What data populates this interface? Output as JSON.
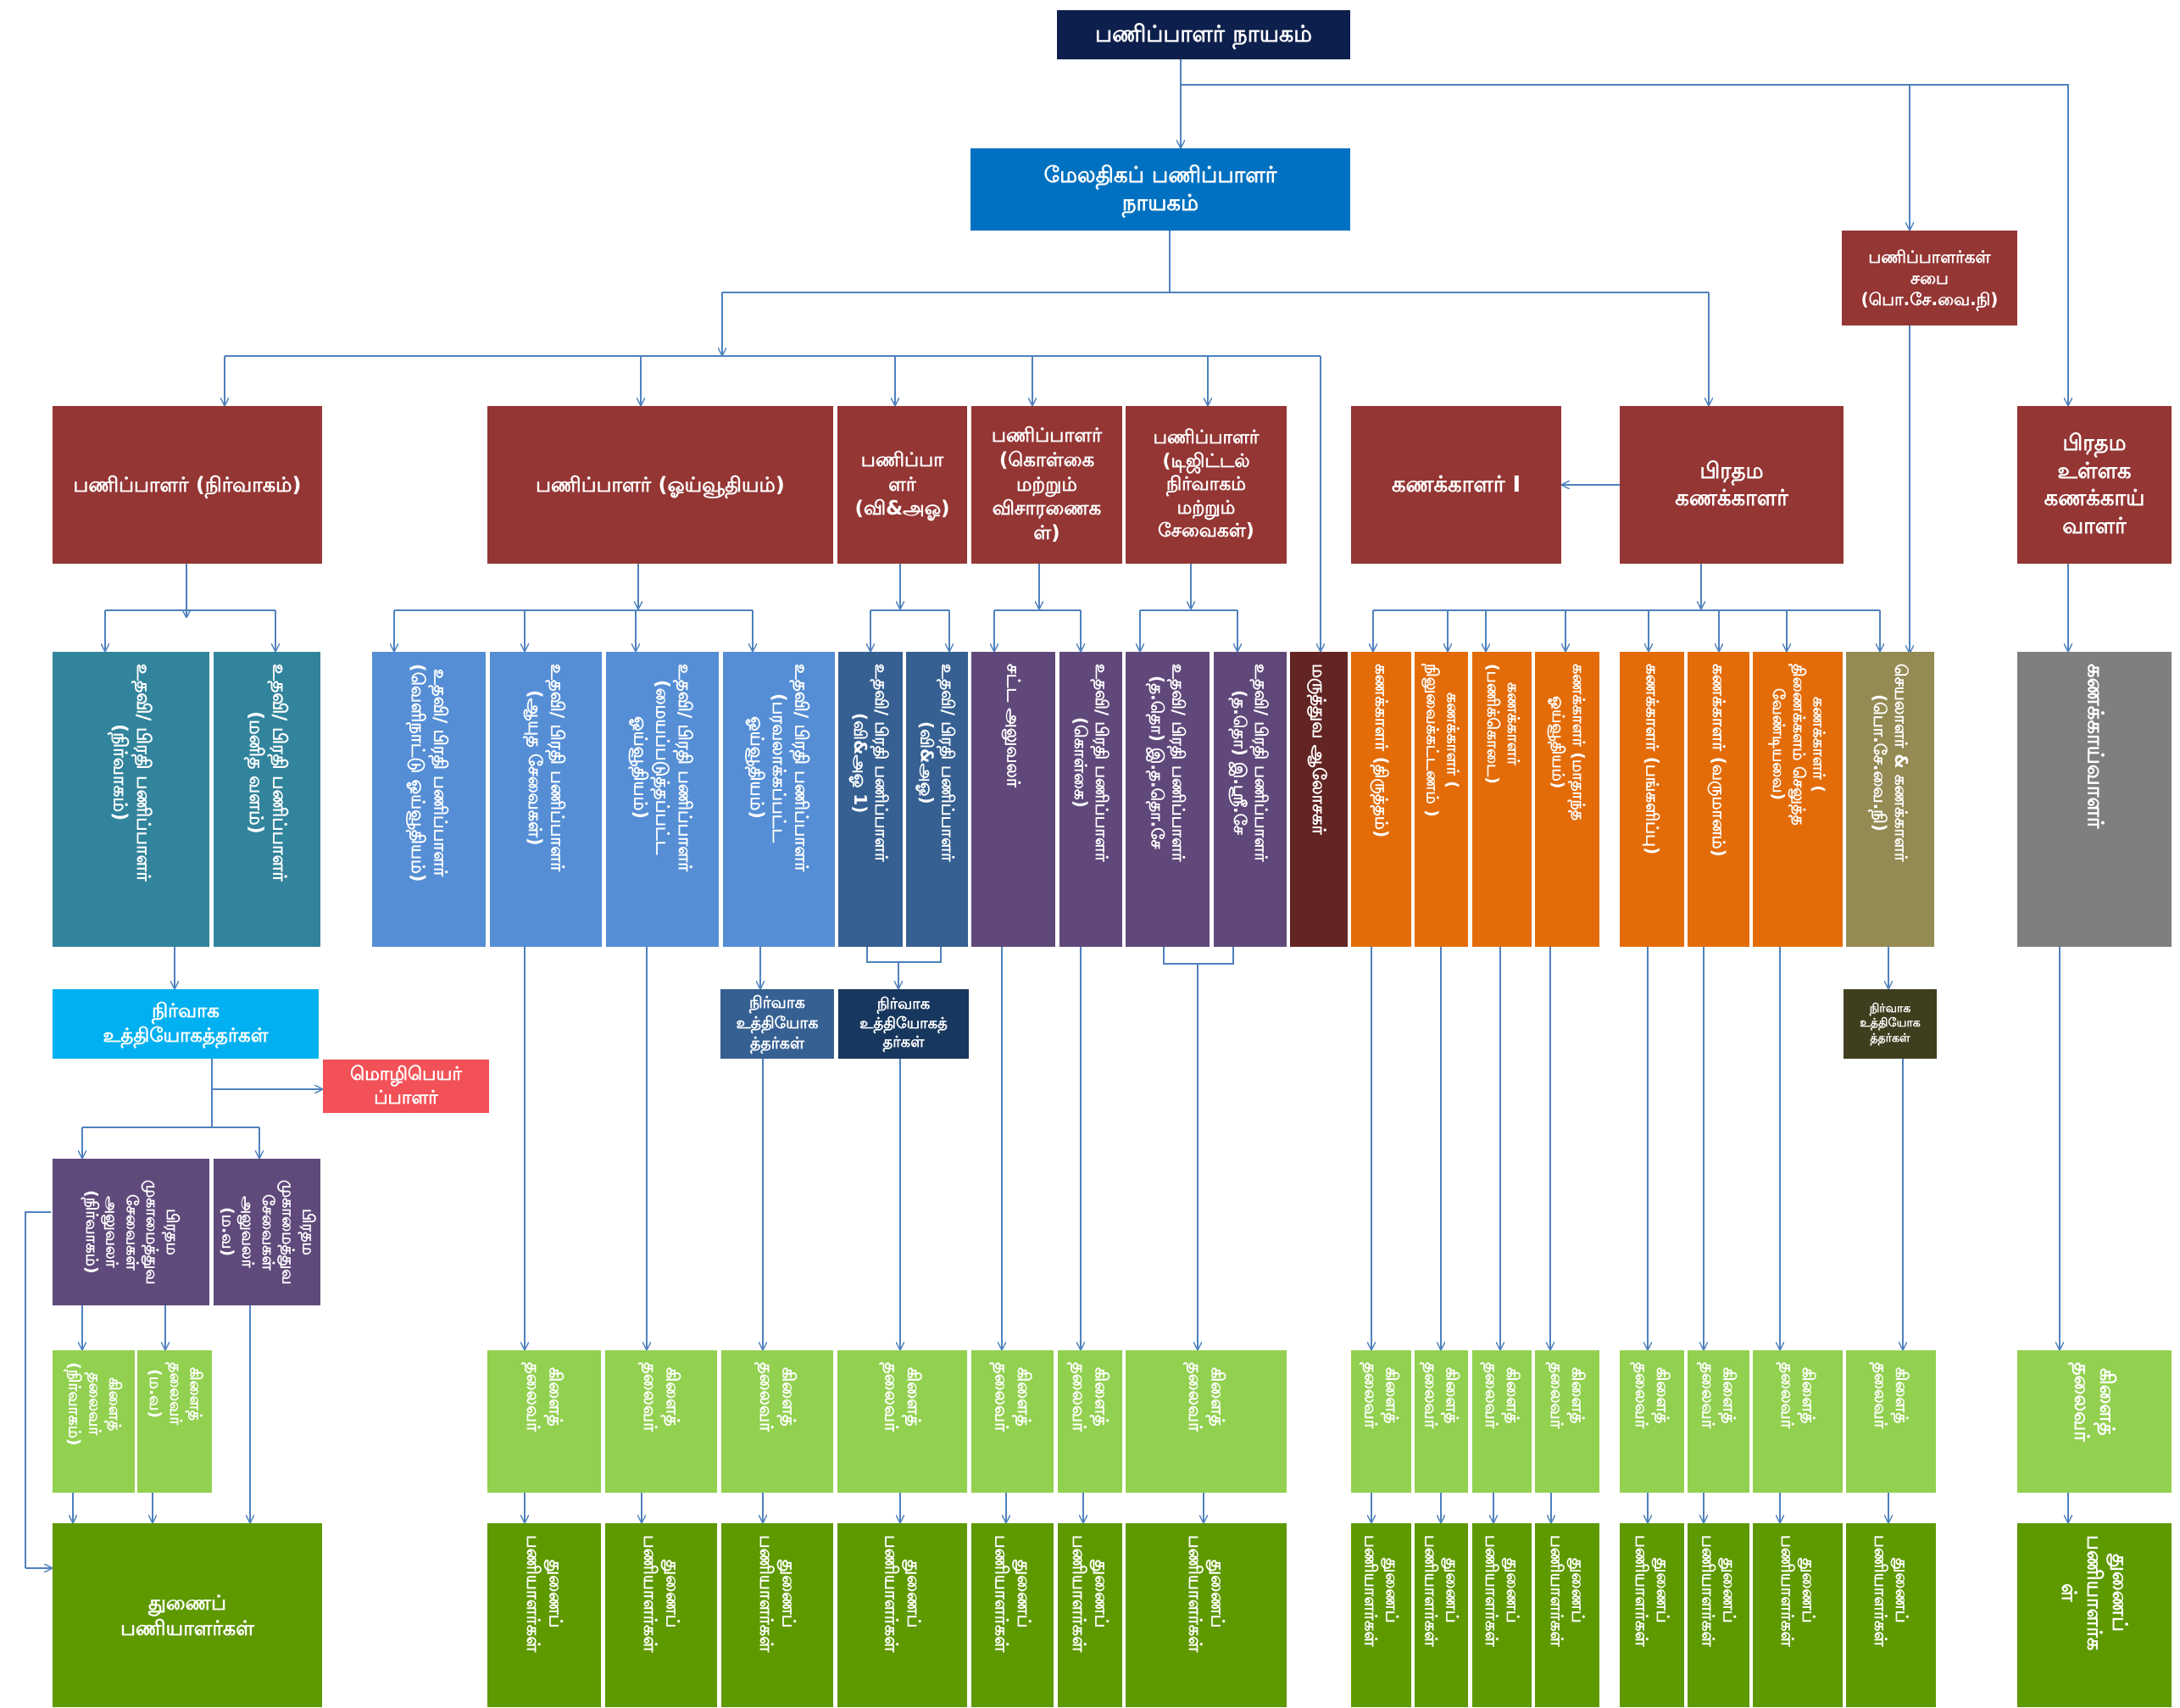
{
  "colors": {
    "connector": "#4f81bd",
    "navy": "#0d1f4c",
    "blue": "#0071c1",
    "maroon": "#943634",
    "teal": "#31849b",
    "cornflower": "#558ed5",
    "steel": "#366092",
    "purple": "#60497a",
    "orange": "#e36c09",
    "olive": "#948a54",
    "gray": "#7f7f7f",
    "light_green": "#92d050",
    "dark_green": "#5e9900",
    "sky": "#00b0f0",
    "coral": "#f25157"
  },
  "nodes": {
    "registrar_general": "பணிப்பாளர் நாயகம்",
    "additional_registrar_general": "மேலதிகப் பணிப்பாளர்\nநாயகம்",
    "directors_board": "பணிப்பாளர்கள்\nசபை\n(பொ.சே.வை.நி)",
    "director_admin": "பணிப்பாளர் (நிர்வாகம்)",
    "director_pension": "பணிப்பாளர் (ஓய்வூதியம்)",
    "director_wa": "பணிப்பா\nளர்\n(வி&அஓ)",
    "director_policy": "பணிப்பாளர்\n(கொள்கை\nமற்றும்\nவிசாரணைக\nள்)",
    "director_digital": "பணிப்பாளர்\n(டிஜிட்டல்\nநிர்வாகம்\nமற்றும்\nசேவைகள்)",
    "accountant_1": "கணக்காளர் I",
    "chief_accountant": "பிரதம\nகணக்காளர்",
    "chief_internal_auditor": "பிரதம\nஉள்ளக\nகணக்காய்\nவாளர்",
    "adir_admin": "உதவி/ பிரதி பணிப்பாளர்\n(நிர்வாகம்)",
    "adir_hr": "உதவி/ பிரதி பணிப்பாளர்\n(மனித வளம்)",
    "adir_external": "உதவி/ பிரதி பணிப்பாளர்\n(வெளிநாட்டு ஓய்வூதியம்)",
    "adir_forces": "உதவி/ பிரதி பணிப்பாளர்\n(ஆயுத சேவைகள்)",
    "adir_central": "உதவி/ பிரதி பணிப்பாளர்\n(மையப்படுத்தப்பட்ட\nஓய்வூதியம்)",
    "adir_decentral": "உதவி/ பிரதி பணிப்பாளர்\n(பரவலாக்கப்பட்ட\nஓய்வூதியம்)",
    "adir_wa1": "உதவி/ பிரதி பணிப்பாளர்\n(வி&அஓ 1)",
    "adir_wa": "உதவி/ பிரதி பணிப்பாளர்\n(வி&அஓ)",
    "legal_officer": "சட்ட அலுவலர்",
    "adir_policy": "உதவி/ பிரதி பணிப்பாளர்\n(கொள்கை)",
    "adir_it_services": "உதவி/ பிரதி பணிப்பாளர்\n(த.தொ) இ.த.தொ.சே",
    "adir_it_info": "உதவி/ பிரதி பணிப்பாளர்\n(த.தொ) இ.ஸ்ரீ.சே",
    "medical_consultant": "மருத்துவ ஆலோசகர்",
    "acc_audit": "கணக்காளர் (திருத்தம்)",
    "acc_reconcile": "கணக்காளர் (\nநிலுவைக்கட்டணம் )",
    "acc_gratuity": "கணக்காளர்\n(பணிக்கொடை)",
    "acc_monthly": "கணக்காளர் (மாதாந்த\nஓய்வூதியம்)",
    "acc_payments": "கணக்காளர் (பங்களிப்பு)",
    "acc_revenue": "கணக்காளர் (வருமானம்)",
    "acc_dependents": "கணக்காளர் (\nதிணைக்களம் செலுத்த\nவேண்டியவை)",
    "secretary_accountant": "செயலாளர் & கணக்காளர்\n(பொ.சே.வை.நி)",
    "internal_auditor": "கணக்காய்வாளர்",
    "admin_officers": "நிர்வாக\nஉத்தியோகத்தர்கள்",
    "translator": "மொழிபெயர்\nப்பாளர்",
    "admin_officers_pension": "நிர்வாக\nஉத்தியோக\nத்தர்கள்",
    "admin_officers_wa": "நிர்வாக\nஉத்தியோகத்\nதர்கள்",
    "admin_officers_board": "நிர்வாக\nஉத்தியோக\nத்தர்கள்",
    "chief_mgmt_admin": "பிரதம\nமுகாமைத்துவ\nசேவைகள்\nஅலுவலர்\n(நிர்வாகம்)",
    "chief_mgmt_hr": "பிரதம\nமுகாமைத்துவ\nசேவைகள்\nஅலுவலர்\n(ம.வ)",
    "branch_head_admin": "கிளைத்\nதலைவர்\n(நிர்வாகம்)",
    "branch_head_hr": "கிளைத்\nதலைவர்\n(ம.வ)",
    "branch_head": "கிளைத்\nதலைவர்",
    "support_staff": "துணைப்\nபணியாளர்கள்",
    "support_staff_split": "துணைப்\nபணியாளர்க\nள்"
  }
}
